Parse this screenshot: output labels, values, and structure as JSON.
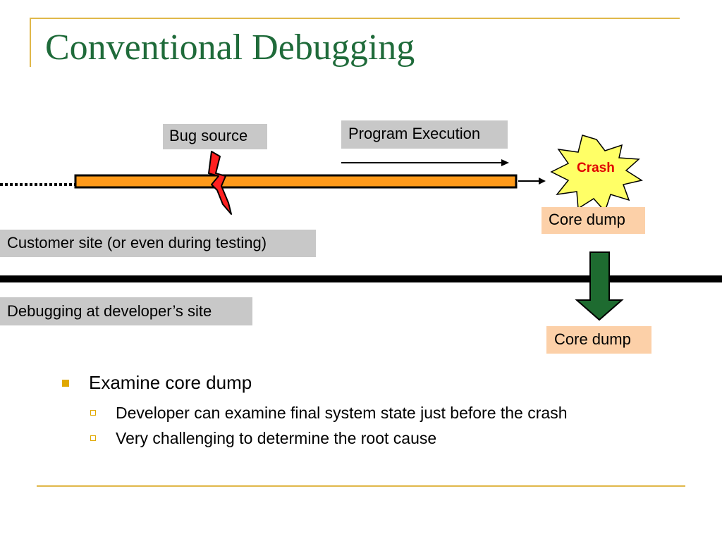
{
  "title": "Conventional Debugging",
  "labels": {
    "bug_source": "Bug source",
    "program_execution": "Program Execution",
    "crash": "Crash",
    "core_dump_top": "Core dump",
    "customer_site": "Customer site (or even during testing)",
    "developer_site": "Debugging at developer’s site",
    "core_dump_bottom": "Core dump"
  },
  "bullets": [
    {
      "text": "Examine core dump",
      "children": [
        "Developer can examine final system state just before the crash",
        "Very challenging to determine the root cause"
      ]
    }
  ],
  "colors": {
    "title": "#1f6b3a",
    "accent": "#e0b84a",
    "execution_bar": "#ff9a1a",
    "bolt": "#ff2020",
    "crash_burst": "#ffff66",
    "crash_text": "#e00000",
    "arrow": "#1e6b30",
    "label_gray": "#c8c8c8",
    "label_peach": "#fcd0a8"
  }
}
